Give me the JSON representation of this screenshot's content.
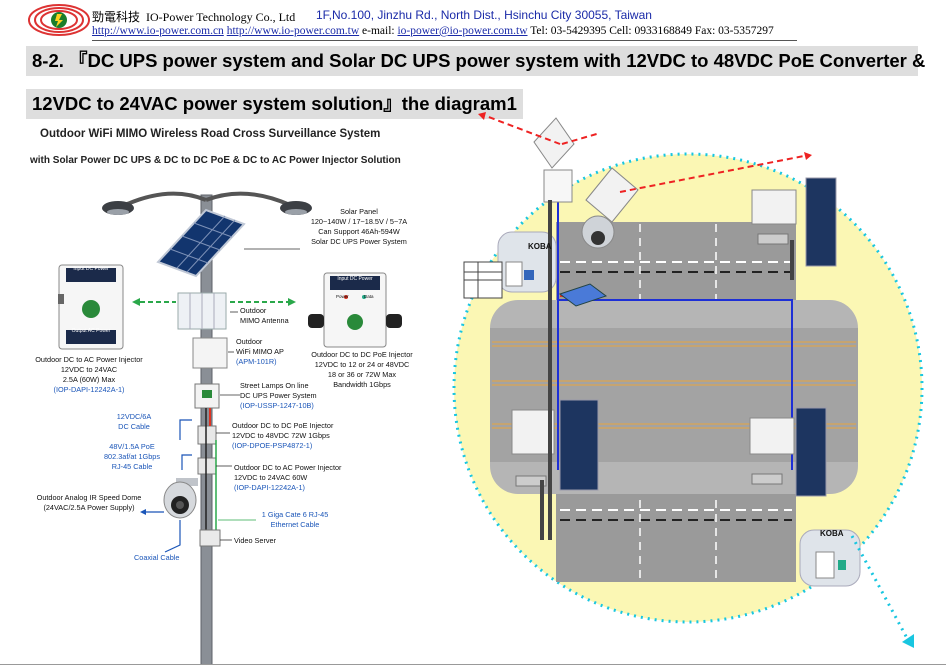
{
  "header": {
    "company_cn": "勁電科技",
    "company_en": "IO-Power Technology Co., Ltd",
    "address": "1F,No.100, Jinzhu Rd., North Dist., Hsinchu City 30055, Taiwan",
    "url1": "http://www.io-power.com.cn",
    "url2": "http://www.io-power.com.tw",
    "email_label": "e-mail:",
    "email": "io-power@io-power.com.tw",
    "contact": "Tel: 03-5429395 Cell: 0933168849 Fax: 03-5357297"
  },
  "title": {
    "line1": "8-2. 『DC UPS power system and Solar DC UPS power system with 12VDC to 48VDC PoE Converter &",
    "line2": "12VDC to 24VAC power system solution』the diagram1"
  },
  "diagram": {
    "heading1": "Outdoor WiFi MIMO Wireless Road Cross Surveillance System",
    "heading2": "with Solar Power DC UPS & DC to DC PoE & DC to AC Power Injector Solution",
    "solar_panel": [
      "Solar Panel",
      "120~140W / 17~18.5V / 5~7A",
      "Can Support 46Ah-594W",
      "Solar DC UPS Power System"
    ],
    "outdoor_mimo_antenna": [
      "Outdoor",
      "MIMO Antenna"
    ],
    "wifi_ap": [
      "Outdoor",
      "WiFi MIMO AP",
      "(APM-101R)"
    ],
    "dc_ac_left": [
      "Outdoor DC to AC Power Injector",
      "12VDC to 24VAC",
      "2.5A (60W) Max",
      "(IOP-DAPI-12242A-1)"
    ],
    "dc_poe_right": [
      "Outdoor DC to DC PoE Injector",
      "12VDC to 12 or 24 or 48VDC",
      "18 or 36 or 72W Max",
      "Bandwidth 1Gbps"
    ],
    "street_lamps": [
      "Street Lamps On line",
      "DC UPS Power System",
      "(IOP-USSP-1247-10B)"
    ],
    "dc_poe_pole": [
      "Outdoor DC to DC PoE Injector",
      "12VDC to 48VDC 72W 1Gbps",
      "(IOP-DPOE-PSP4872-1)"
    ],
    "dc_ac_pole": [
      "Outdoor DC to AC Power Injector",
      "12VDC to 24VAC 60W",
      "(IOP-DAPI-12242A-1)"
    ],
    "dc_cable": [
      "12VDC/6A",
      "DC Cable"
    ],
    "poe_cable": [
      "48V/1.5A PoE",
      "802.3af/at 1Gbps",
      "RJ-45 Cable"
    ],
    "dome": [
      "Outdoor Analog IR Speed Dome",
      "(24VAC/2.5A Power Supply)"
    ],
    "ethernet": [
      "1 Giga Cate 6 RJ-45",
      "Ethernet Cable"
    ],
    "video_server": "Video Server",
    "coaxial": "Coaxial Cable",
    "box_left_top": "Input DC Power",
    "box_left_bottom": "Output AC Power",
    "box_right_top": "Input DC Power",
    "power_label": "Power",
    "data_label": "Data",
    "kobal1": "KOBA",
    "kobal2": "KOBA"
  }
}
